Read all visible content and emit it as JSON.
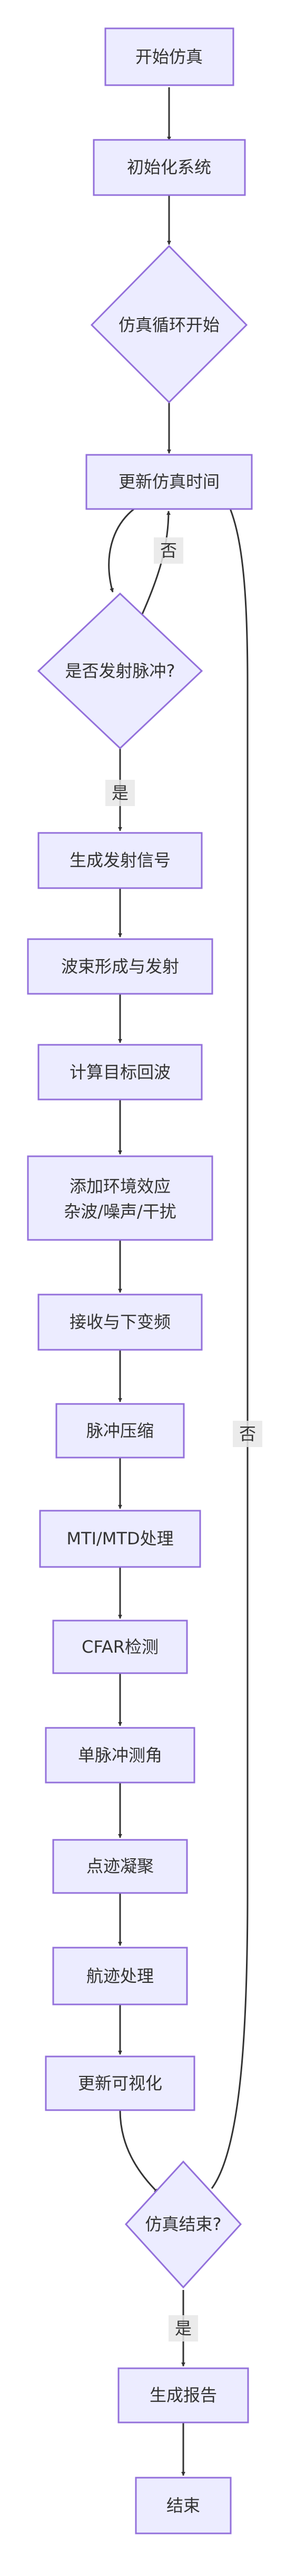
{
  "nodes": {
    "start": "开始仿真",
    "init": "初始化系统",
    "loop_start": "仿真循环开始",
    "update_time": "更新仿真时间",
    "is_transmit": "是否发射脉冲?",
    "gen_signal": "生成发射信号",
    "beam_tx": "波束形成与发射",
    "target_echo": "计算目标回波",
    "env_line1": "添加环境效应",
    "env_line2": "杂波/噪声/干扰",
    "rx_downconv": "接收与下变频",
    "pulse_comp": "脉冲压缩",
    "mti_mtd": "MTI/MTD处理",
    "cfar": "CFAR检测",
    "monopulse": "单脉冲测角",
    "plot_agg": "点迹凝聚",
    "track": "航迹处理",
    "viz": "更新可视化",
    "sim_end": "仿真结束?",
    "report": "生成报告",
    "end": "结束"
  },
  "edge_labels": {
    "no_transmit": "否",
    "yes_transmit": "是",
    "no_end": "否",
    "yes_end": "是"
  },
  "colors": {
    "node_fill": "#ececff",
    "node_stroke": "#9370db",
    "edge": "#333333",
    "label_bg": "#e8e8e8",
    "text": "#333333"
  }
}
